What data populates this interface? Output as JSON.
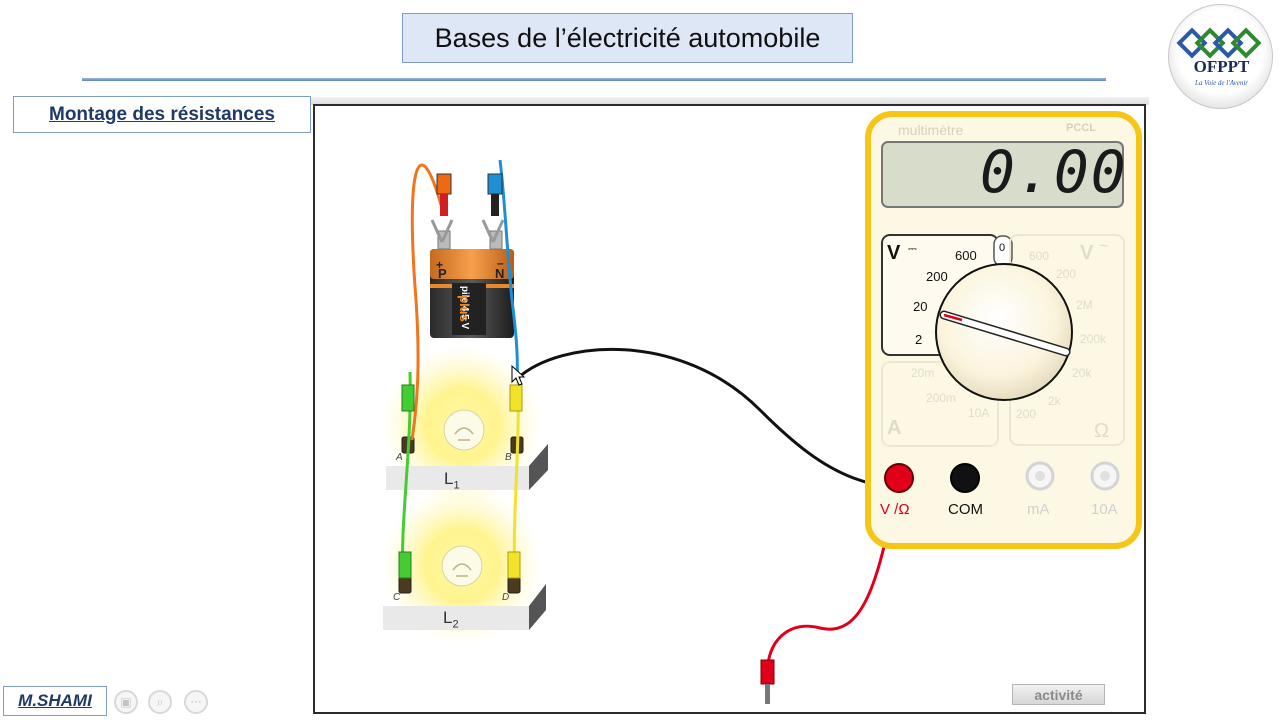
{
  "header": {
    "title": "Bases de l’électricité  automobile"
  },
  "logo": {
    "word": "OFPPT",
    "slogan": "La Voie de l'Avenir"
  },
  "section": {
    "title": "Montage des résistances"
  },
  "simulation": {
    "battery": {
      "plus": "+",
      "minus": "–",
      "p": "P",
      "n": "N",
      "label": "pile 4,5 V",
      "brand": "plus"
    },
    "lamps": [
      {
        "name": "L",
        "sub": "1",
        "left_terminal": "A",
        "right_terminal": "B"
      },
      {
        "name": "L",
        "sub": "2",
        "left_terminal": "C",
        "right_terminal": "D"
      }
    ],
    "multimeter": {
      "title": "multimètre",
      "brand": "PCCL",
      "reading": "0.00",
      "v_dc_label": "V",
      "v_ac_label": "V",
      "a_label": "A",
      "ohm_label": "Ω",
      "dc_scales": [
        "600",
        "200",
        "20",
        "2"
      ],
      "off_label": "0",
      "ac_scales": [
        "600",
        "200"
      ],
      "ohm_scales": [
        "2M",
        "200k",
        "20k",
        "2k",
        "200"
      ],
      "a_scales": [
        "20m",
        "200m",
        "10A"
      ],
      "sockets": [
        {
          "label": "V /Ω",
          "color": "#e0001a",
          "active": true
        },
        {
          "label": "COM",
          "color": "#111111",
          "active": true
        },
        {
          "label": "mA",
          "color": "#d0d0d0",
          "active": false
        },
        {
          "label": "10A",
          "color": "#d0d0d0",
          "active": false
        }
      ]
    },
    "activity_button": "activité"
  },
  "footer": {
    "author": "M.SHAMI"
  },
  "colors": {
    "title_bg": "#dde7f5",
    "accent_blue": "#1f3a66",
    "multimeter_body": "#fdf8e3",
    "multimeter_border": "#f5c518",
    "lcd_bg": "#d7dccb",
    "probe_red": "#e0001a",
    "wire_orange": "#f0761e",
    "wire_blue": "#1e8fd6",
    "wire_green": "#44cc33",
    "wire_yellow": "#f2e22a"
  }
}
